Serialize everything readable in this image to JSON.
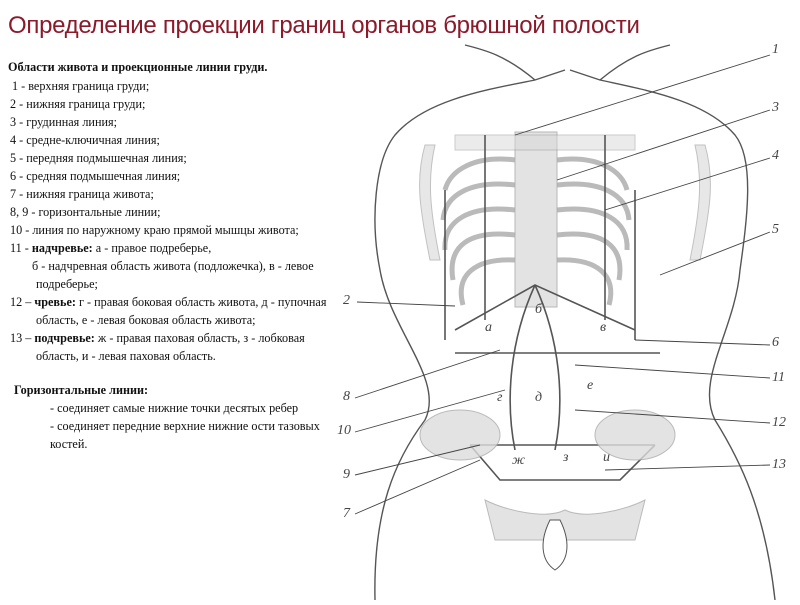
{
  "title": "Определение проекции границ органов брюшной полости",
  "legend": {
    "heading": "Области живота и проекционные линии груди.",
    "items": [
      {
        "num": "1 -",
        "text": "верхняя граница груди;"
      },
      {
        "num": "2 -",
        "text": "нижняя граница груди;"
      },
      {
        "num": "3 -",
        "text": "грудинная линия;"
      },
      {
        "num": "4 -",
        "text": "средне-ключичная линия;"
      },
      {
        "num": "5 -",
        "text": "передняя подмышечная линия;"
      },
      {
        "num": "6 -",
        "text": "средняя подмышечная линия;"
      },
      {
        "num": "7 -",
        "text": "нижняя граница живота;"
      },
      {
        "num": "8, 9 -",
        "text": "горизонтальные линии;"
      },
      {
        "num": "10 -",
        "text": "линия по наружному краю прямой мышцы живота;"
      },
      {
        "num": "11 -",
        "bold": "надчревье:",
        "text": "а - правое подреберье,",
        "sub": "б - надчревная область живота (подложечка), в - левое подреберье;"
      },
      {
        "num": "12 –",
        "bold": "чревье:",
        "text": "г - правая боковая область живота, д - пупочная область, е - левая боковая область живота;"
      },
      {
        "num": "13 –",
        "bold": "подчревье:",
        "text": "ж - правая паховая область, з - лобковая область, и - левая паховая область."
      }
    ]
  },
  "horizontal": {
    "heading": "Горизонтальные линии:",
    "items": [
      "- соединяет самые нижние точки десятых ребер",
      "- соединяет передние верхние нижние ости тазовых костей."
    ]
  },
  "diagram": {
    "labels_right": [
      "1",
      "3",
      "4",
      "5",
      "6",
      "11",
      "12",
      "13"
    ],
    "labels_left": [
      "2",
      "8",
      "10",
      "9",
      "7"
    ],
    "region_letters": [
      "а",
      "б",
      "в",
      "г",
      "д",
      "е",
      "ж",
      "з",
      "и"
    ]
  },
  "colors": {
    "title": "#8b1a2b",
    "text": "#111111",
    "drawing": "#555555"
  }
}
